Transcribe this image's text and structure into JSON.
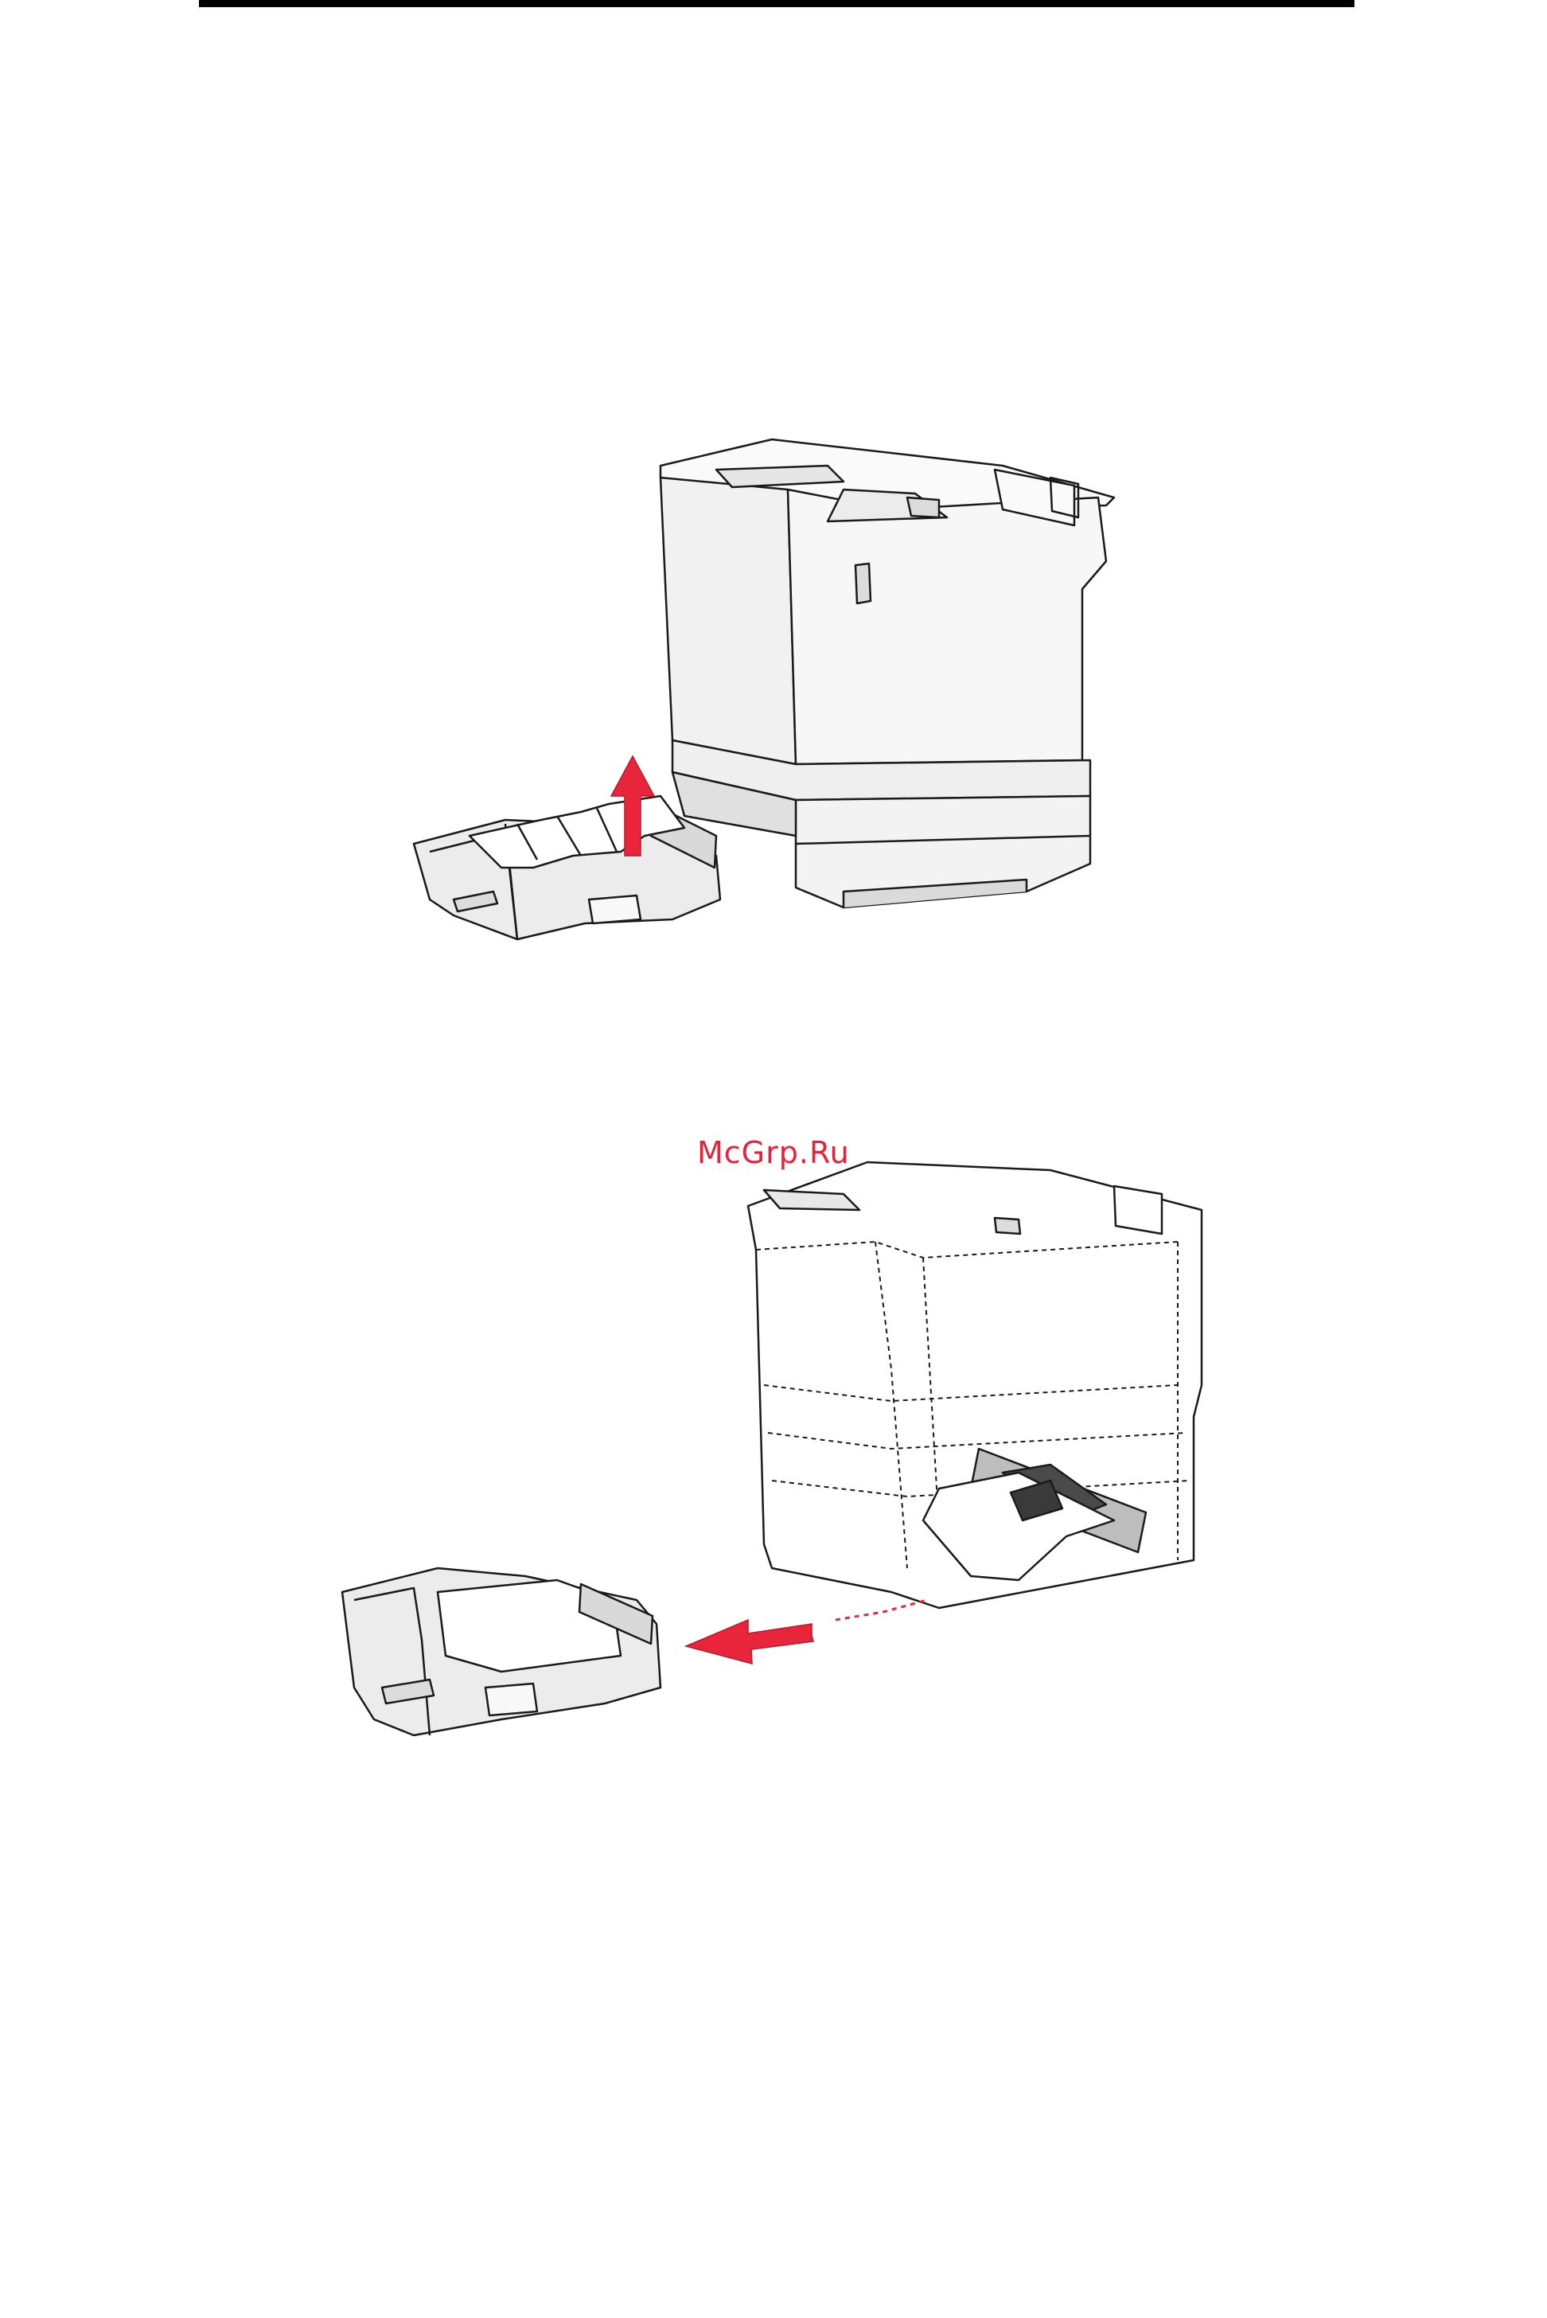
{
  "page": {
    "watermark": "McGrp.Ru"
  },
  "figures": [
    {
      "id": "figure-1",
      "icon": "printer-tray-remove-jammed-paper-illustration",
      "arrow_color": "#e8253a"
    },
    {
      "id": "figure-2",
      "icon": "printer-tray-remove-paper-from-opening-illustration",
      "arrow_color": "#e8253a"
    }
  ],
  "colors": {
    "line": "#1a1a1a",
    "body_fill": "#f1f1f1",
    "shade_fill": "#d9d9d9",
    "arrow": "#e8253a"
  }
}
